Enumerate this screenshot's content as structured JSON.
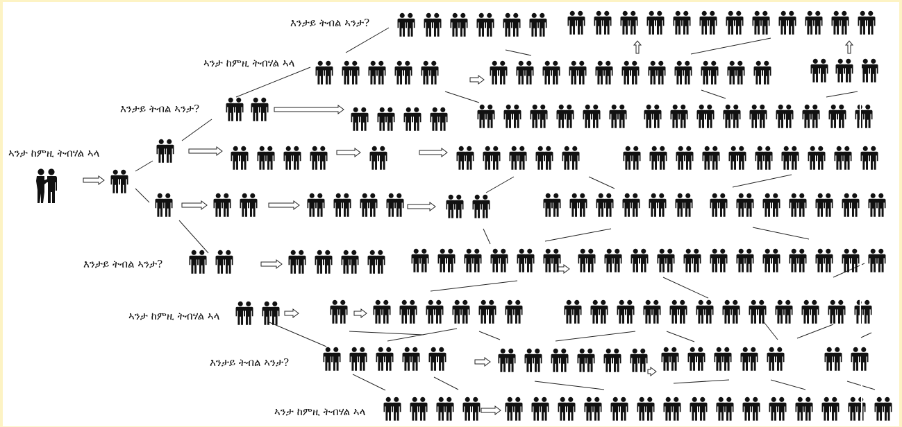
{
  "colors": {
    "page_background": "#fdf3c4",
    "canvas": "#ffffff",
    "ink": "#111111"
  },
  "icons": {
    "person": "person-icon",
    "arrow": "hollow-arrow-icon",
    "speakers": "two-people-talking-icon"
  },
  "labels": {
    "origin": "ኣንታ ከምዚ ትብሃል ኣላ",
    "q1": "እንታይ ትብል ኣንታ?",
    "s1": "ኣንታ ከምዚ ትብሃል ኣላ",
    "q2": "እንታይ ትብል ኣንታ?",
    "q3": "እንታይ ትብል ኣንታ?",
    "s2": "ኣንታ ከምዚ ትብሃል ኣላ",
    "q4": "እንታይ ትብል ኣንታ?",
    "s3": "ኣንታ ከምዚ ትብሃል ኣላ"
  }
}
